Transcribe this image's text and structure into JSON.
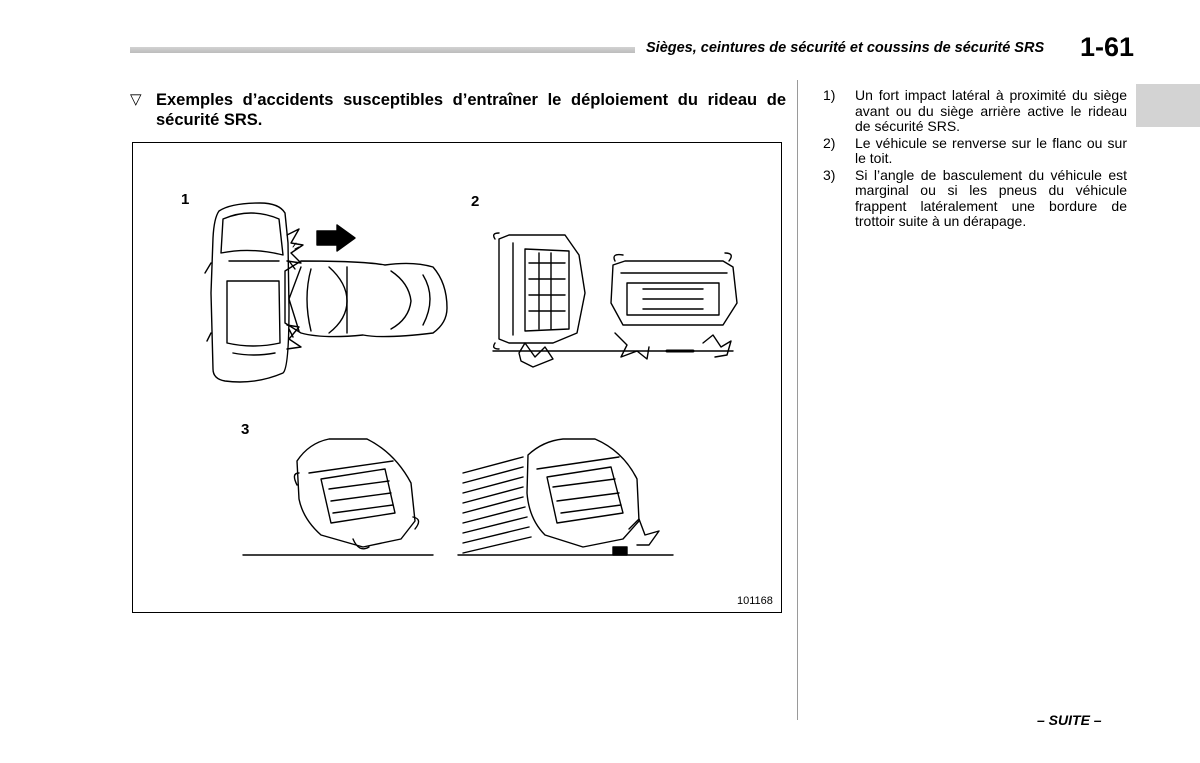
{
  "header": {
    "title": "Sièges, ceintures de sécurité et coussins de sécurité SRS",
    "page_number": "1-61"
  },
  "section": {
    "marker": "▽",
    "heading": "Exemples d’accidents susceptibles d’entraîner le déploiement du rideau de sécurité SRS."
  },
  "figure": {
    "labels": [
      "1",
      "2",
      "3"
    ],
    "code": "101168"
  },
  "notes": [
    {
      "num": "1)",
      "text": "Un fort impact latéral à proximité du siège avant ou du siège arrière active le rideau de sécurité SRS."
    },
    {
      "num": "2)",
      "text": "Le véhicule se renverse sur le flanc ou sur le toit."
    },
    {
      "num": "3)",
      "text": "Si l’angle de basculement du véhicule est marginal ou si les pneus du véhicule frappent latéralement une bordure de trottoir suite à un dérapage."
    }
  ],
  "footer": {
    "continued": "– SUITE –"
  }
}
